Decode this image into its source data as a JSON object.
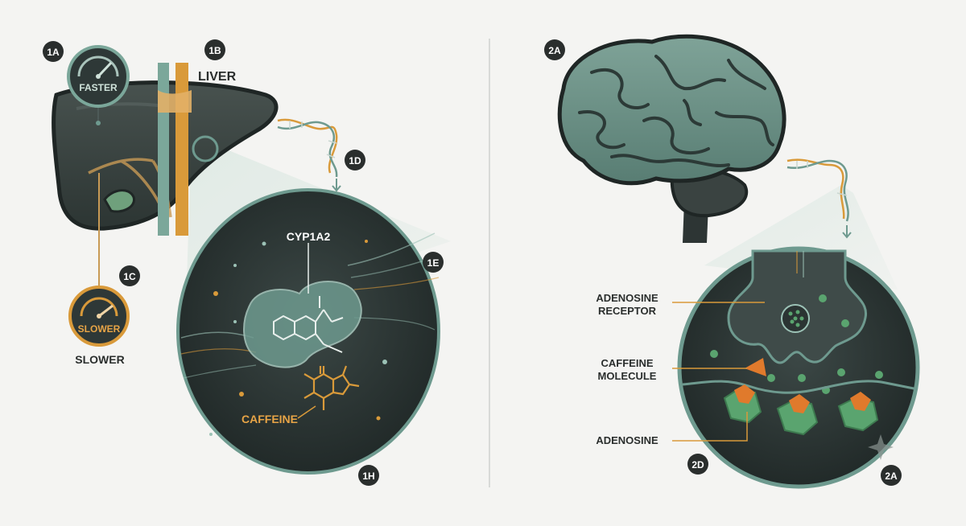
{
  "badges": {
    "b1a": "1A",
    "b1b": "1B",
    "b1c": "1C",
    "b1d": "1D",
    "b1e": "1E",
    "b1h": "1H",
    "b2a_top": "2A",
    "b2a_bottom": "2A",
    "b2d": "2D"
  },
  "labels": {
    "liver": "LIVER",
    "gauge_fast": "FASTER",
    "gauge_slow": "SLOWER",
    "slower_caption": "SLOWER",
    "enzyme": "CYP1A2",
    "caffeine": "CAFFEINE",
    "adenosine_receptor_line1": "ADENOSINE",
    "adenosine_receptor_line2": "RECEPTOR",
    "caffeine_molecule_line1": "CAFFEINE",
    "caffeine_molecule_line2": "MOLECULE",
    "adenosine": "ADENOSINE"
  },
  "colors": {
    "background": "#f4f4f2",
    "dark_panel": "#2b3433",
    "teal": "#6e9a8f",
    "teal_light": "#9cc2b6",
    "gold": "#d99a3a",
    "green": "#5aa46f",
    "orange": "#e07a2c",
    "badge": "#2a2e2d"
  },
  "icons": [
    "speedometer-icon",
    "dna-icon",
    "molecule-icon",
    "brain-icon",
    "liver-icon",
    "synapse-icon"
  ]
}
